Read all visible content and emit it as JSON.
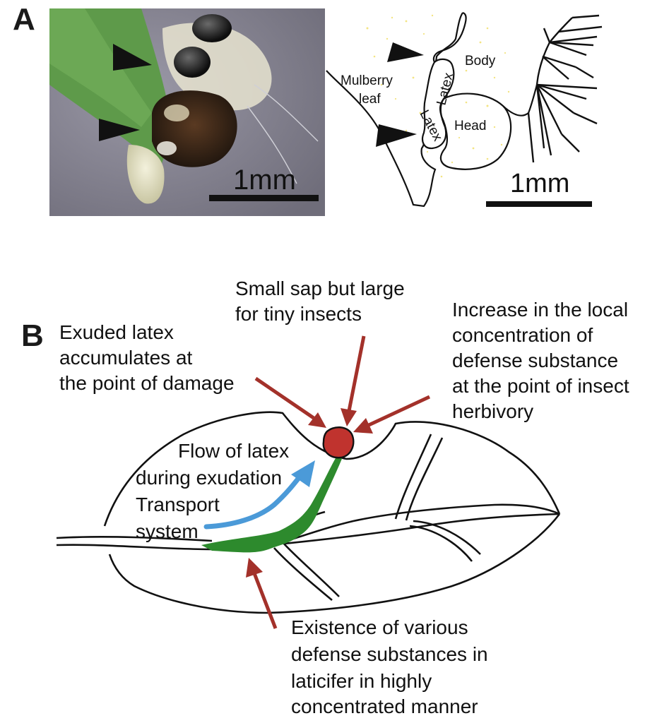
{
  "panel_a": {
    "letter": "A",
    "photo_scale_label": "1mm",
    "sketch_scale_label": "1mm",
    "sketch_labels": {
      "mulberry_line1": "Mulberry",
      "mulberry_line2": "leaf",
      "body": "Body",
      "head": "Head",
      "latex_upper": "Latex",
      "latex_lower": "Latex"
    }
  },
  "panel_b": {
    "letter": "B",
    "small_sap": [
      "Small sap but large",
      "for tiny insects"
    ],
    "exuded_latex": [
      "Exuded latex",
      "accumulates at",
      "the point of damage"
    ],
    "increase_concentration": [
      "Increase in the local",
      "concentration of",
      "defense substance",
      "at the point of insect",
      "herbivory"
    ],
    "flow_of_latex": [
      "Flow of latex",
      "during exudation"
    ],
    "transport_system": [
      "Transport",
      "system"
    ],
    "existence_defense": [
      "Existence of various",
      "defense substances in",
      "laticifer in highly",
      "concentrated manner"
    ]
  },
  "colors": {
    "arrow_red": "#a3312a",
    "drop_red": "#c0332e",
    "laticifer_green": "#2d8a2d",
    "flow_blue": "#4b9ad8",
    "leaf_green": "#5f9a48"
  }
}
